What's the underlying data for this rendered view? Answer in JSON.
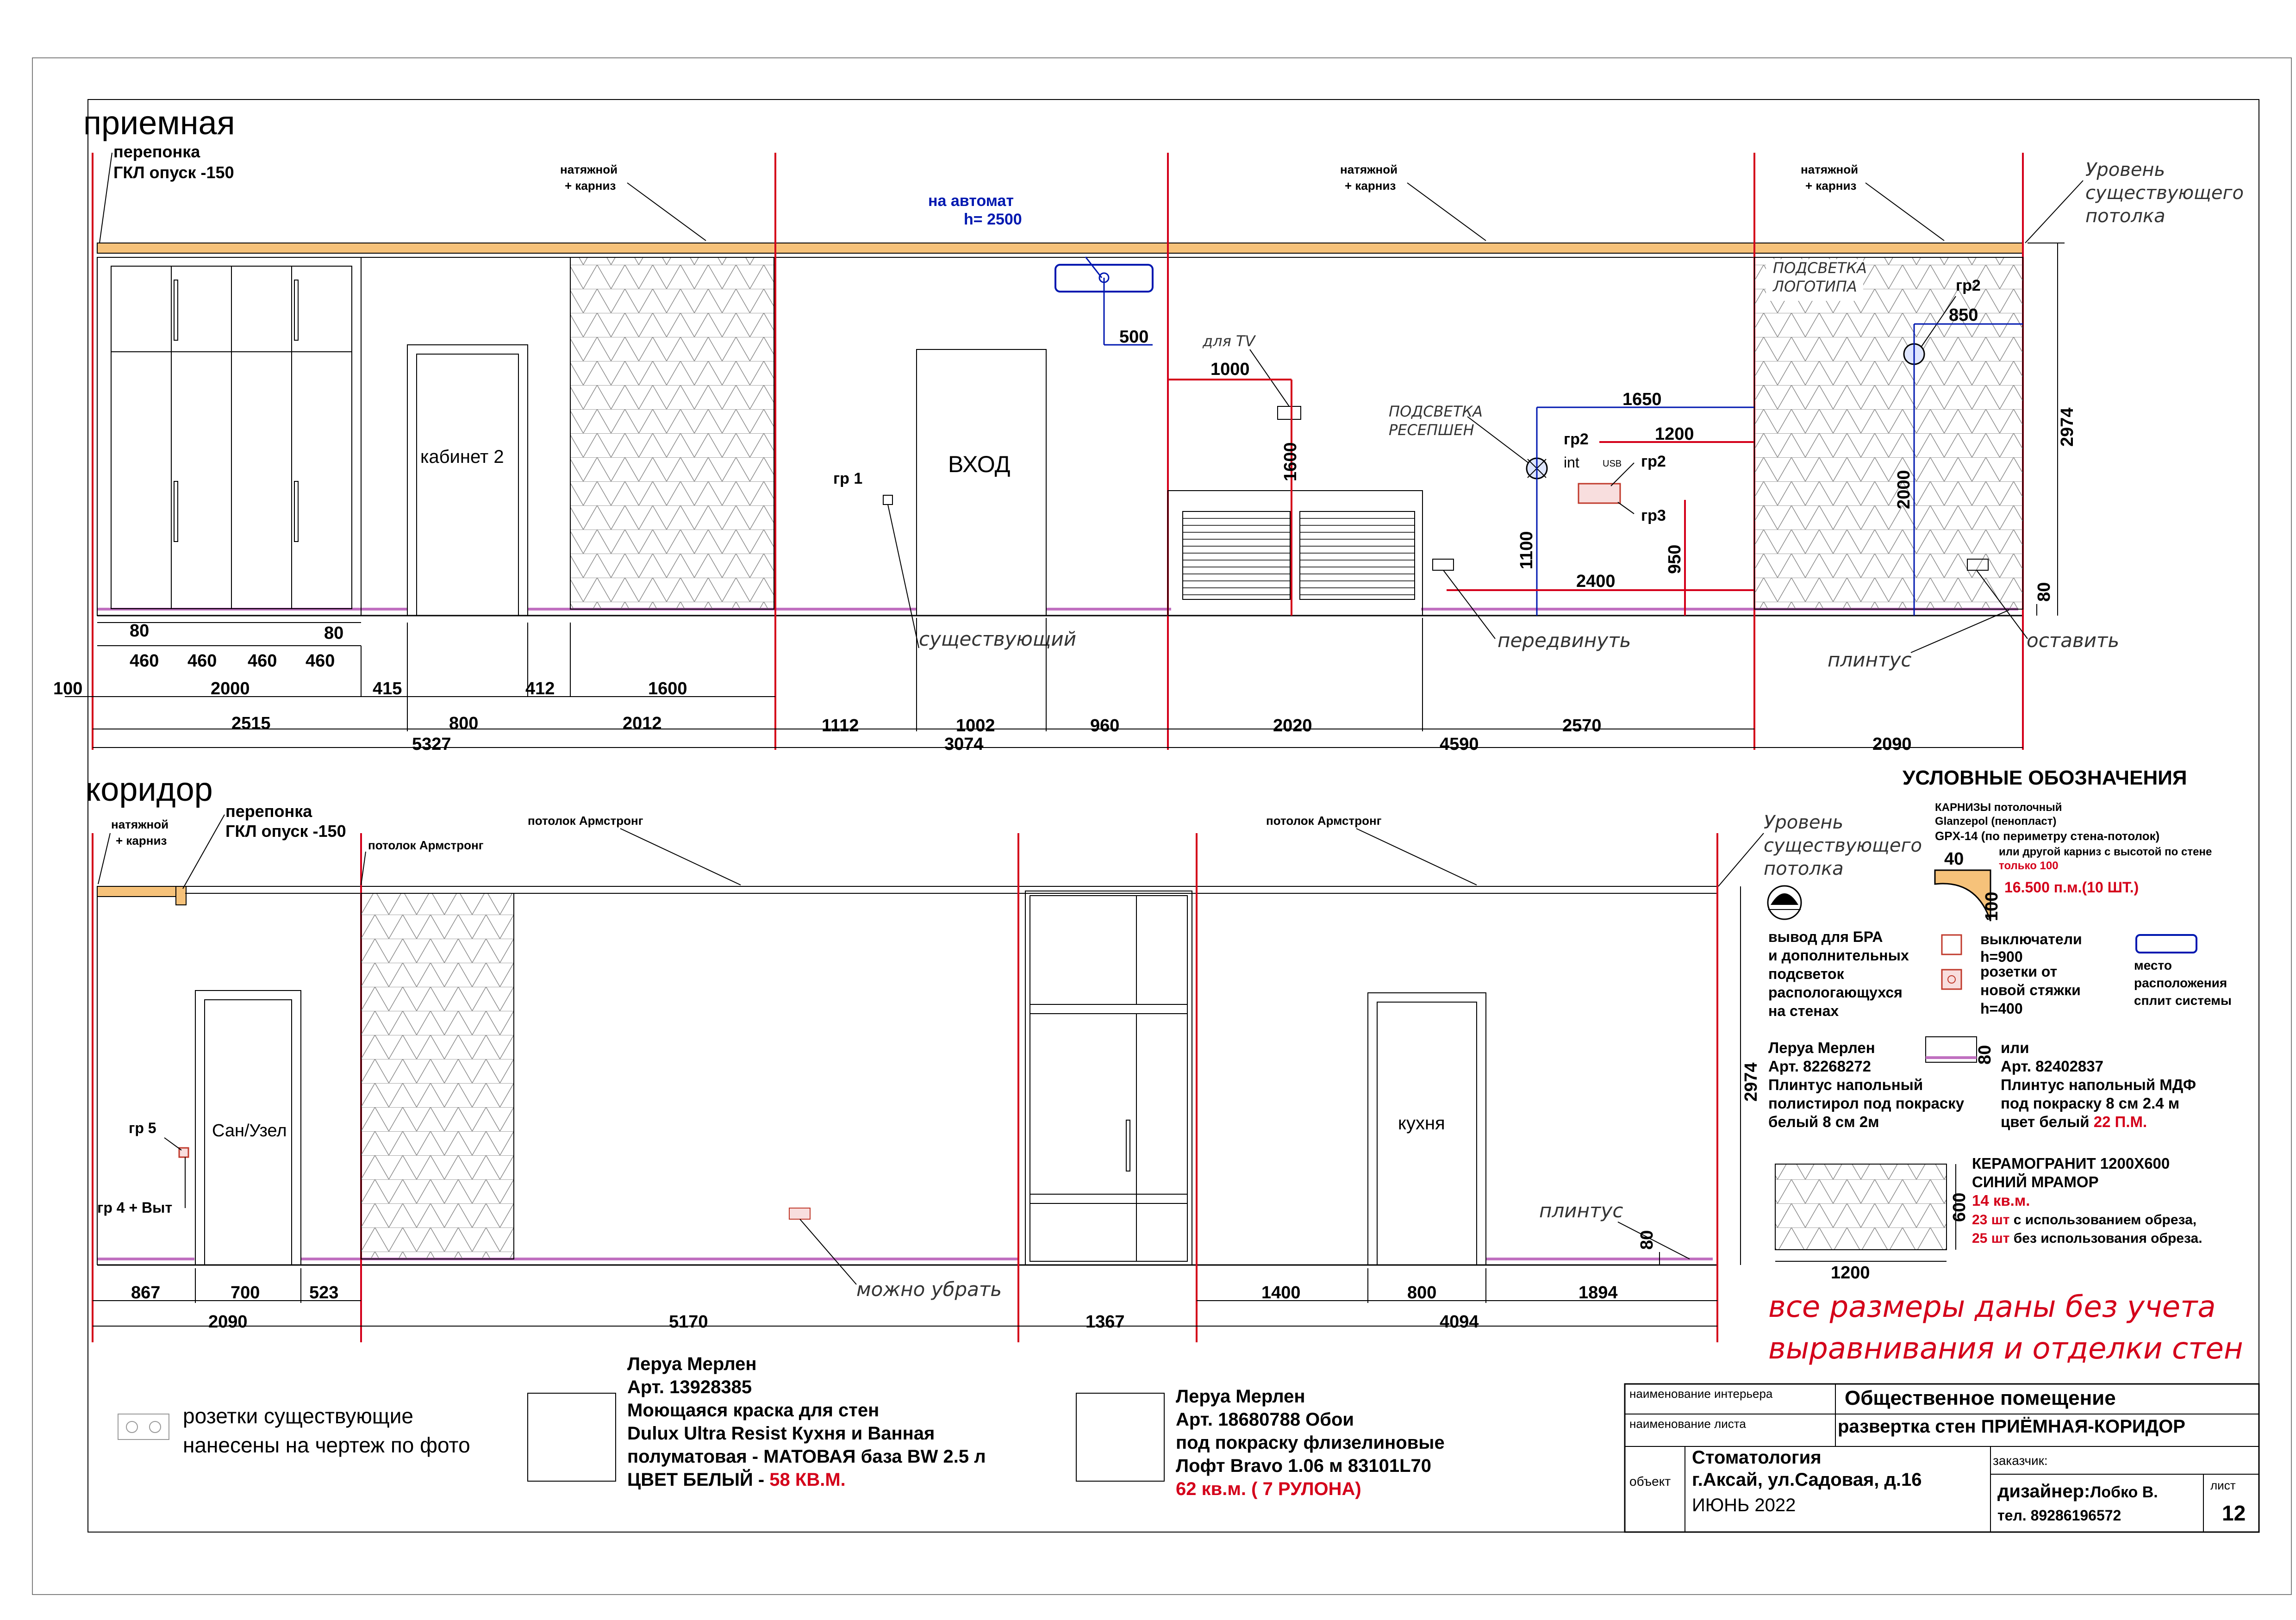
{
  "titles": {
    "reception": "приемная",
    "corridor": "коридор"
  },
  "labels": {
    "peregorodka_1": "перепонка",
    "peregorodka_2": "ГКЛ опуск -150",
    "natyazh_1": "натяжной",
    "natyazh_2": "+ карниз",
    "na_avtomat": "на  автомат",
    "h2500": "h= 2500",
    "uroven_1": "Уровень",
    "uroven_2": "существующего",
    "uroven_3": "потолка",
    "kabinet": "кабинет 2",
    "vhod": "ВХОД",
    "gr1": "гр 1",
    "dlya_tv": "для TV",
    "podsvetka_res_1": "ПОДСВЕТКА",
    "podsvetka_res_2": "РЕСЕПШЕН",
    "podsvetka_logo_1": "ПОДСВЕТКА",
    "podsvetka_logo_2": "ЛОГОТИПА",
    "gr2": "гр2",
    "gr3": "гр3",
    "int": "int",
    "usb": "USB",
    "sushch": "существующий",
    "peredvinut": "передвинуть",
    "plintus": "плинтус",
    "ostavit": "оставить",
    "armstrong": "потолок Армстронг",
    "san": "Сан/Узел",
    "gr5": "гр 5",
    "gr4": "гр 4 + Выт",
    "kuhnya": "кухня",
    "mozhno": "можно  убрать"
  },
  "dims_top": {
    "d80a": "80",
    "d80b": "80",
    "d460a": "460",
    "d460b": "460",
    "d460c": "460",
    "d460d": "460",
    "d100": "100",
    "d2000": "2000",
    "d415": "415",
    "d412": "412",
    "d1600": "1600",
    "d2515": "2515",
    "d800": "800",
    "d2012": "2012",
    "d5327": "5327",
    "d1112": "1112",
    "d1002": "1002",
    "d960": "960",
    "d3074": "3074",
    "d2020": "2020",
    "d2570": "2570",
    "d4590": "4590",
    "d2090": "2090",
    "d2974": "2974",
    "d80c": "80"
  },
  "dims_color": {
    "b500": "500",
    "b850": "850",
    "b1650": "1650",
    "b1100": "1100",
    "b2000": "2000",
    "r1000": "1000",
    "r1600": "1600",
    "r1200": "1200",
    "r950": "950",
    "r2400": "2400"
  },
  "dims_bottom": {
    "d867": "867",
    "d700": "700",
    "d523": "523",
    "d2090": "2090",
    "d5170": "5170",
    "d1367": "1367",
    "d1400": "1400",
    "d800": "800",
    "d1894": "1894",
    "d4094": "4094",
    "d2974": "2974",
    "d80": "80"
  },
  "legend": {
    "title": "УСЛОВНЫЕ ОБОЗНАЧЕНИЯ",
    "karniz_1": "КАРНИЗЫ потолочный",
    "karniz_2": "Glanzepol (пенопласт)",
    "karniz_3": "GPX-14  (по периметру стена-потолок)",
    "karniz_4": "или другой карниз с высотой по стене",
    "karniz_5": "только 100",
    "karniz_qty": "16.500 п.м.(10 ШТ.)",
    "k40": "40",
    "k100": "100",
    "bra_1": "вывод для БРА",
    "bra_2": "и дополнительных",
    "bra_3": "подсветок",
    "bra_4": "распологающухся",
    "bra_5": "на стенах",
    "vykl_1": "выключатели",
    "vykl_2": "h=900",
    "roz_1": "розетки от",
    "roz_2": "новой стяжки",
    "roz_3": "h=400",
    "split_1": "место",
    "split_2": "расположения",
    "split_3": "сплит системы",
    "pl1_1": "Леруа Мерлен",
    "pl1_2": "Арт. 82268272",
    "pl1_3": "Плинтус напольный",
    "pl1_4": "полистирол под покраску",
    "pl1_5": "белый 8 см 2м",
    "pl_80": "80",
    "pl2_1": "или",
    "pl2_2": "Арт. 82402837",
    "pl2_3": "Плинтус напольный МДФ",
    "pl2_4": "под покраску 8 см 2.4 м",
    "pl2_5": "цвет белый ",
    "pl2_qty": "22 П.М.",
    "ker_1": "КЕРАМОГРАНИТ 1200Х600",
    "ker_2": "СИНИЙ МРАМОР",
    "ker_3": "14 кв.м.",
    "ker_4a": "23 шт",
    "ker_4b": " с использованием обреза,",
    "ker_5a": "25 шт",
    "ker_5b": " без использования обреза.",
    "ker_600": "600",
    "ker_1200": "1200"
  },
  "note_red_1": "все размеры даны без учета",
  "note_red_2": "выравнивания и отделки стен",
  "bottom": {
    "roz_1": "розетки существующие",
    "roz_2": "нанесены на чертеж по фото",
    "paint_1": "Леруа Мерлен",
    "paint_2": "Арт. 13928385",
    "paint_3": "Моющаяся краска для стен",
    "paint_4": "Dulux Ultra Resist Кухня и Ванная",
    "paint_5": "полуматовая - МАТОВАЯ база BW 2.5 л",
    "paint_6": "ЦВЕТ БЕЛЫЙ - ",
    "paint_qty": "58 КВ.М.",
    "wall_1": "Леруа Мерлен",
    "wall_2": "Арт. 18680788 Обои",
    "wall_3": "под покраску флизелиновые",
    "wall_4": "Лофт Bravo 1.06 м 83101L70",
    "wall_qty": "62 кв.м. ( 7 РУЛОНА)"
  },
  "stamp": {
    "l1": "наименование интерьера",
    "v1": "Общественное помещение",
    "l2": "наименование листа",
    "v2": "развертка стен ПРИЁМНАЯ-КОРИДОР",
    "l3": "объект",
    "v3a": "Стоматология",
    "v3b": "г.Аксай, ул.Садовая, д.16",
    "v3c": "ИЮНЬ 2022",
    "l4": "заказчик:",
    "v4a": "дизайнер:",
    "v4b": "Лобко В.",
    "v4c": "тел. 89286196572",
    "l5": "лист",
    "v5": "12"
  }
}
